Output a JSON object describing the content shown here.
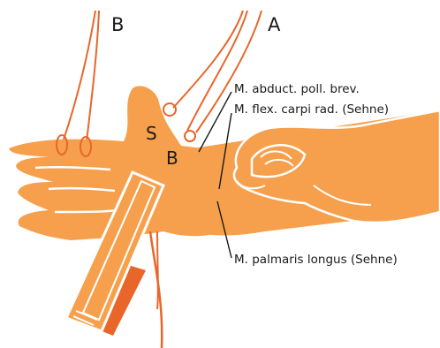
{
  "colors": {
    "skin": "#f6a04d",
    "wire": "#e8662a",
    "line": "#1a1a1a",
    "outline_light": "#ffffff"
  },
  "labels": {
    "wire_left": "B",
    "wire_right": "A",
    "electrode_s": "S",
    "electrode_b": "B",
    "muscle_1": "M. abduct. poll. brev.",
    "muscle_2": "M. flex. carpi rad. (Sehne)",
    "muscle_3": "M. palmaris longus (Sehne)"
  }
}
